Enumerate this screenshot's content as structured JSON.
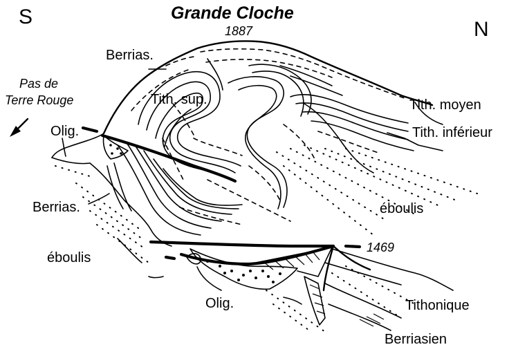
{
  "title": "Grande Cloche",
  "orientation": {
    "south": "S",
    "north": "N"
  },
  "summit": {
    "altitude": "1887"
  },
  "saddle": {
    "altitude": "1469"
  },
  "locality": {
    "line1": "Pas de",
    "line2": "Terre Rouge"
  },
  "labels": {
    "berrias_top": "Berrias.",
    "tith_sup": "Tith. sup.",
    "tith_moyen": "Tith. moyen",
    "tith_inferieur": "Tith. inférieur",
    "olig_left": "Olig.",
    "berrias_left": "Berrias.",
    "eboulis_right": "éboulis",
    "eboulis_left": "éboulis",
    "olig_bottom": "Olig.",
    "tithonique": "Tithonique",
    "berriasien": "Berriasien"
  }
}
